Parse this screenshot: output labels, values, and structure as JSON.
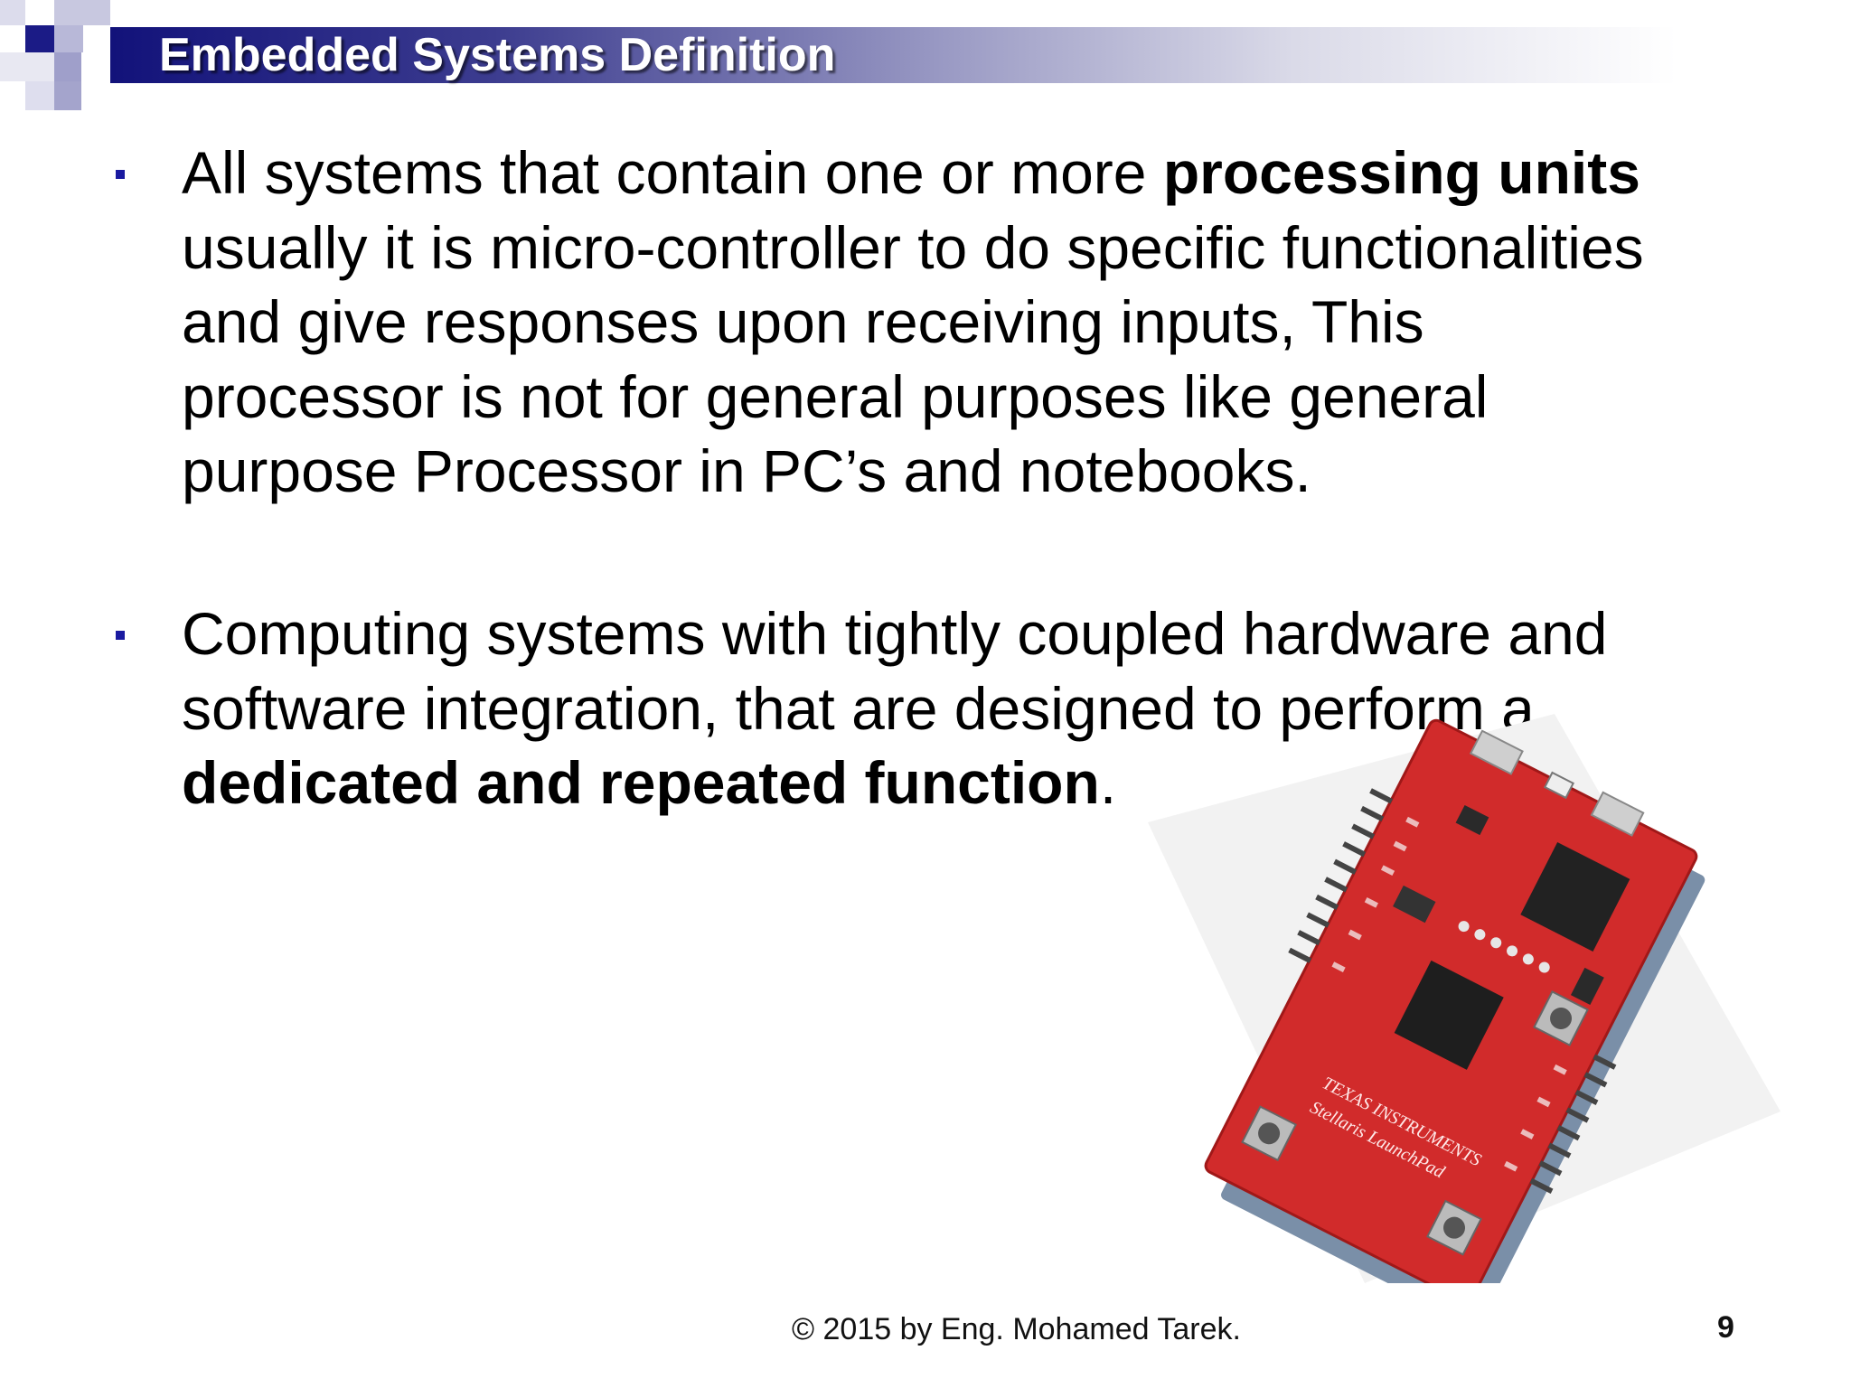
{
  "slide": {
    "title": "Embedded Systems Definition",
    "bullets": [
      {
        "lines": [
          [
            "All systems that contain one or more ",
            "processing units"
          ],
          [
            "usually it is micro-controller to do specific functionalities"
          ],
          [
            "and give responses upon receiving inputs, This"
          ],
          [
            "processor is not for general purposes like general"
          ],
          [
            "purpose Processor in PC’s and notebooks."
          ]
        ]
      },
      {
        "lines": [
          [
            "Computing systems with tightly coupled hardware and"
          ],
          [
            "software integration, that are designed to perform a"
          ],
          [
            "",
            "dedicated and repeated function",
            "."
          ]
        ]
      }
    ],
    "footer": "© 2015 by Eng. Mohamed Tarek.",
    "page_number": "9",
    "image": {
      "icon": "microcontroller-board-image",
      "board_label": "TEXAS INSTRUMENTS",
      "board_sublabel": "Stellaris LaunchPad"
    },
    "colors": {
      "title_bar_dark": "#12127a",
      "bullet_marker": "#1a1aa0",
      "board_red": "#d22a2a"
    }
  }
}
